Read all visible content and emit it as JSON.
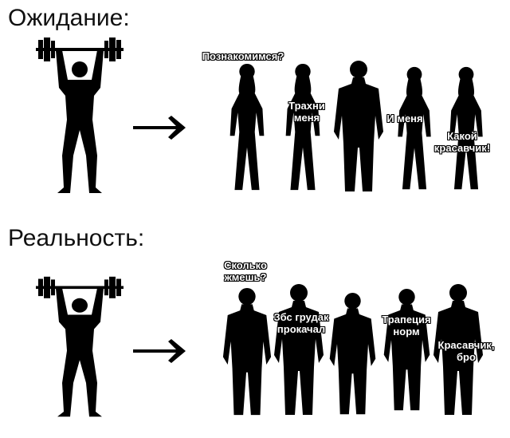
{
  "expectation": {
    "heading": "Ожидание:",
    "captions": [
      "Познакомимся?",
      "Трахни меня",
      "И меня",
      "Какой красавчик!"
    ]
  },
  "reality": {
    "heading": "Реальность:",
    "captions": [
      "Сколько жмешь?",
      "Збс грудак прокачал",
      "Трапеция норм",
      "Красавчик, бро"
    ]
  }
}
